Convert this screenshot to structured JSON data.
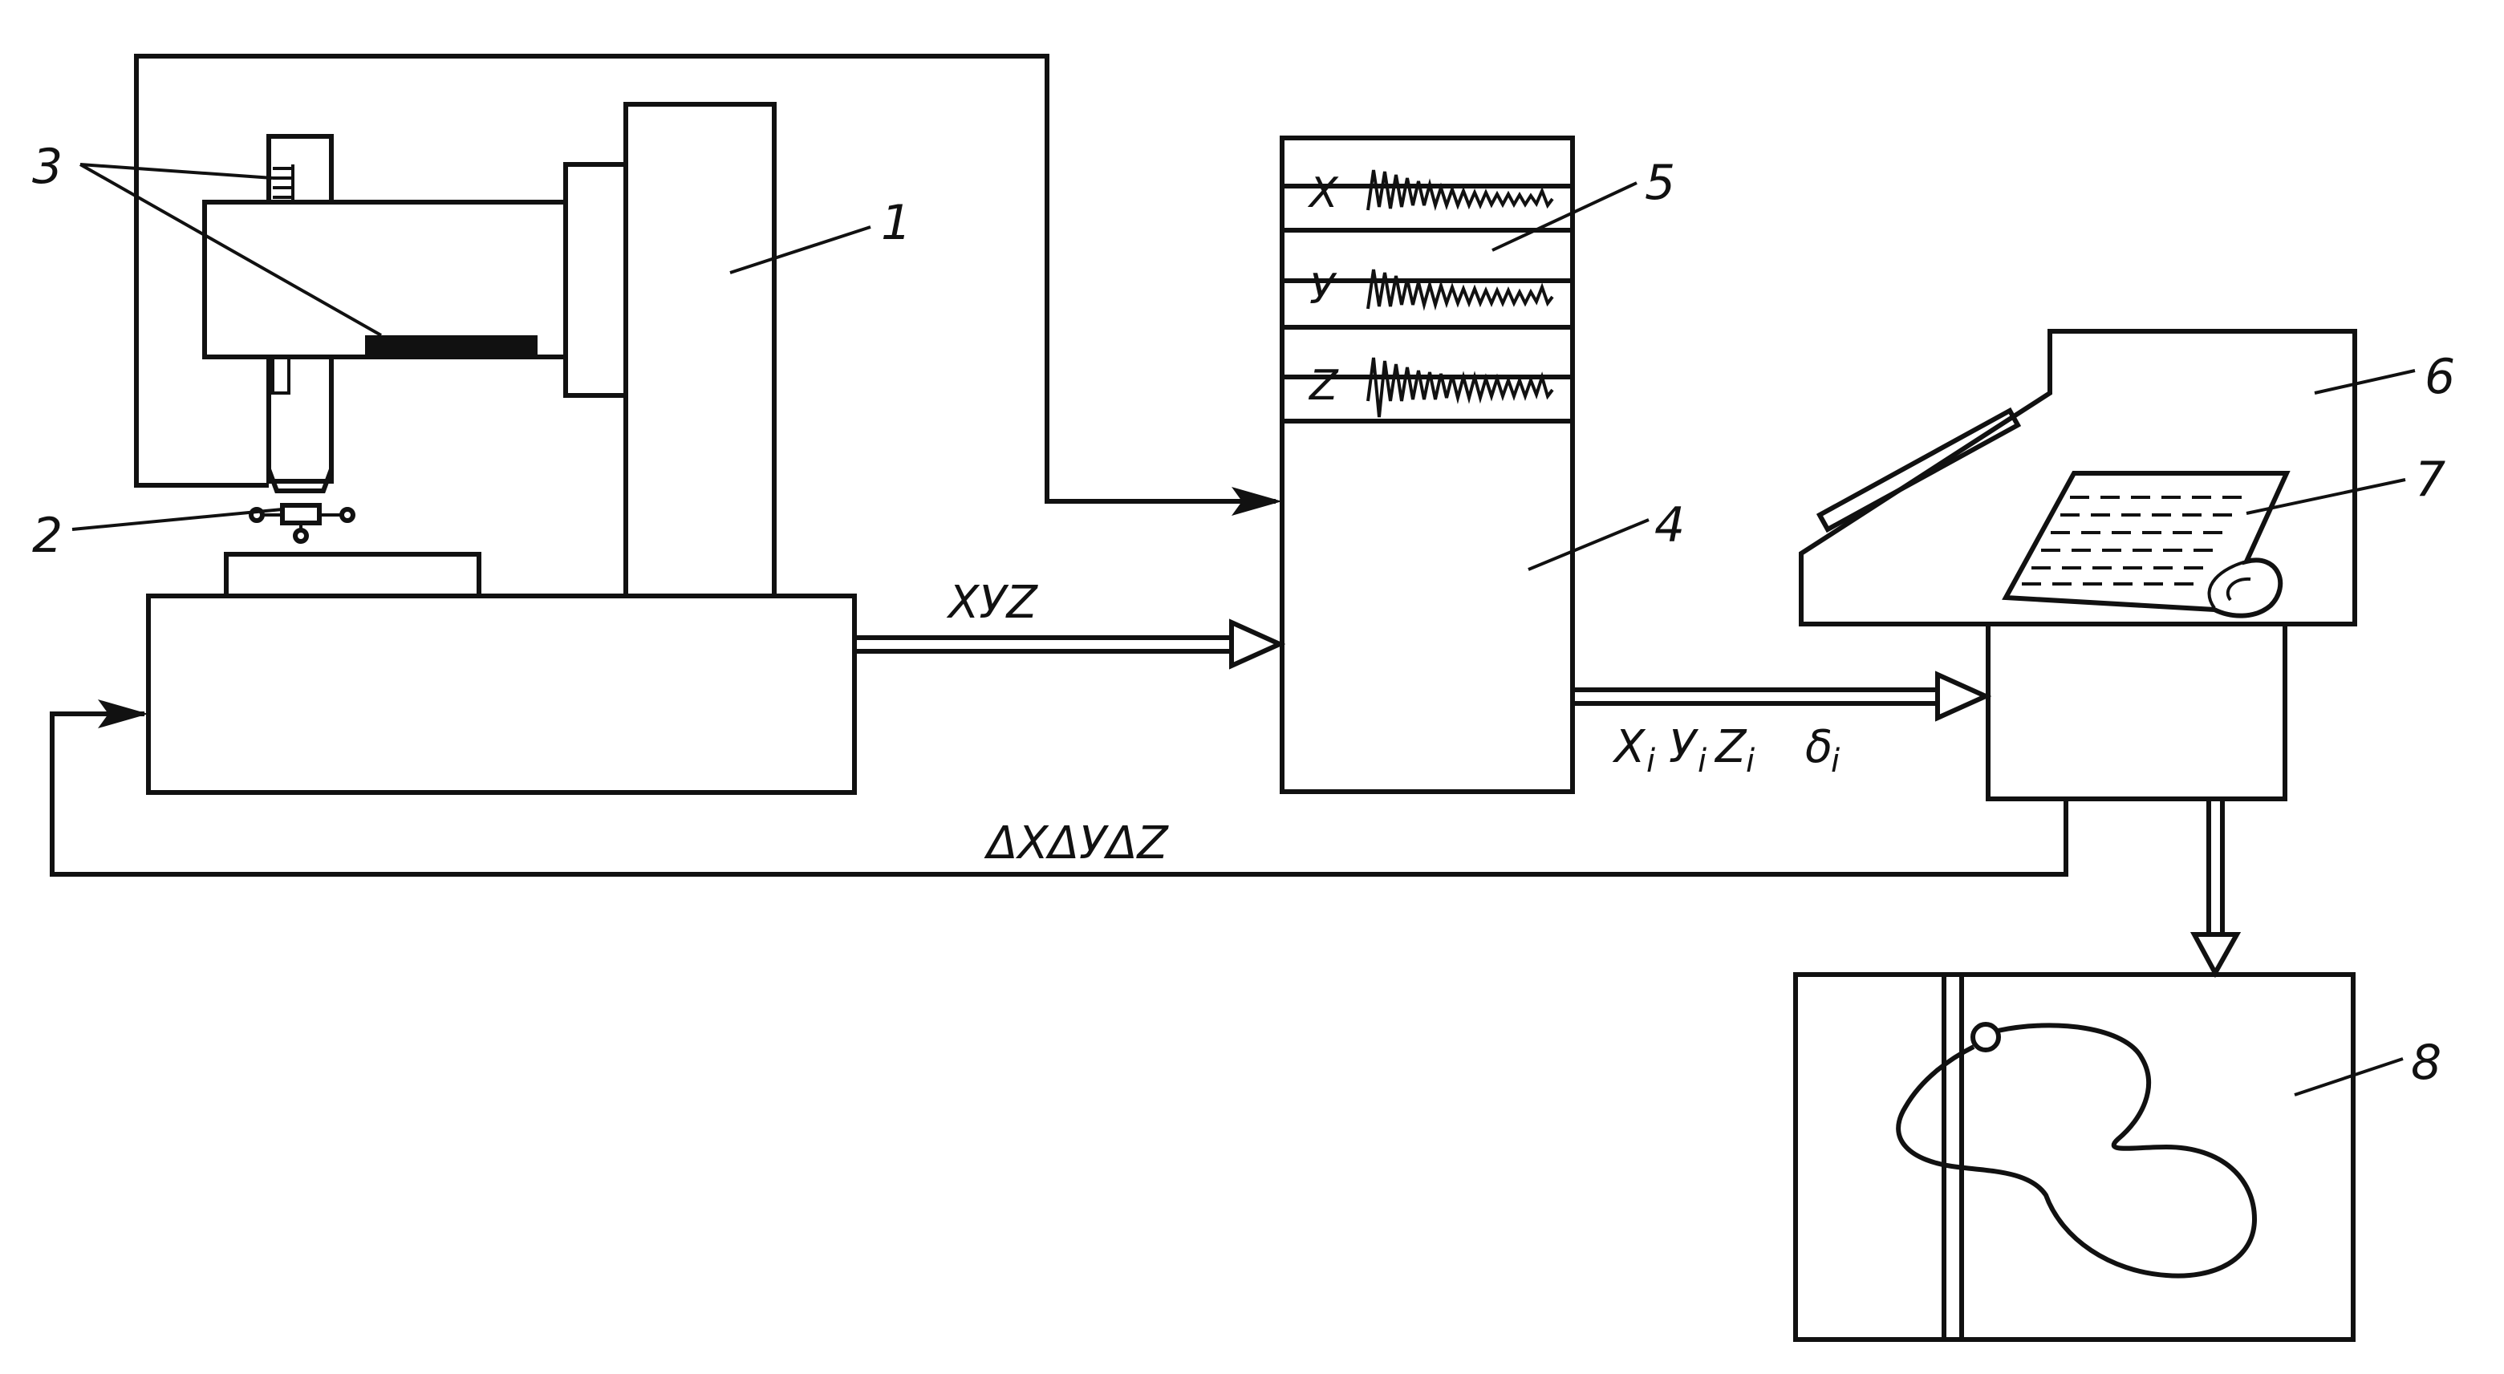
{
  "colors": {
    "ink": "#111111",
    "background": "#ffffff"
  },
  "labels": {
    "num_1": "1",
    "num_2": "2",
    "num_3": "3",
    "num_4": "4",
    "num_5": "5",
    "num_6": "6",
    "num_7": "7",
    "num_8": "8"
  },
  "recorder_channels": [
    "X",
    "У",
    "Z"
  ],
  "signals": {
    "to_computer": "XУZ",
    "to_terminal_x": "X",
    "to_terminal_x_sub": "i",
    "to_terminal_y": "У",
    "to_terminal_y_sub": "i",
    "to_terminal_z": "Z",
    "to_terminal_z_sub": "i",
    "to_terminal_delta": "δ",
    "to_terminal_delta_sub": "i",
    "feedback": "ΔXΔУΔZ"
  }
}
